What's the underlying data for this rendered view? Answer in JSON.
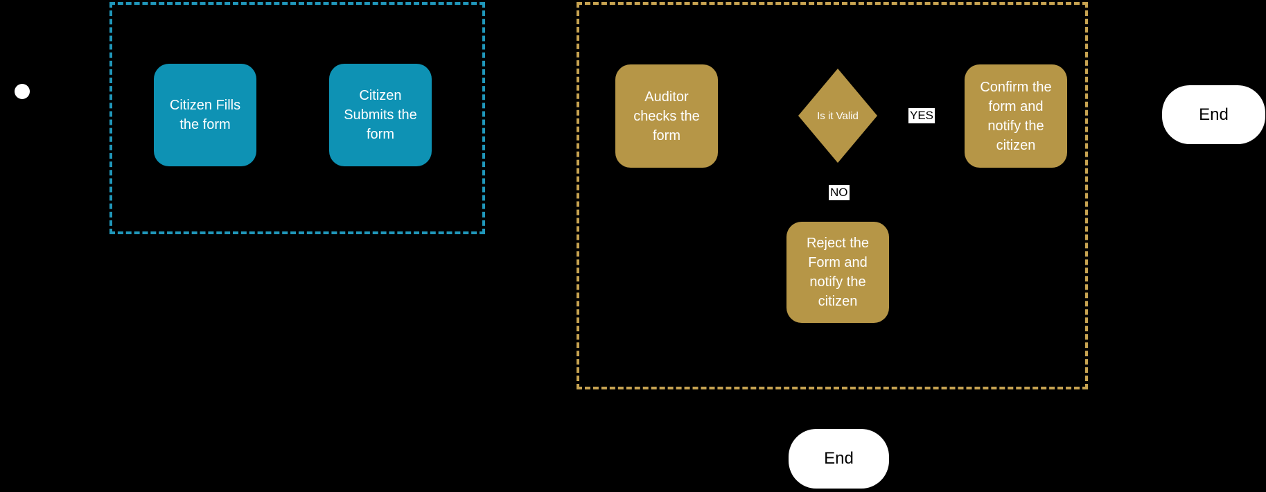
{
  "colors": {
    "background": "#000000",
    "citizen_node_fill": "#0e92b4",
    "citizen_lane_border": "#2097ba",
    "auditor_node_fill": "#b69647",
    "auditor_lane_border": "#c7a351",
    "node_text": "#ffffff",
    "end_node_fill": "#ffffff",
    "end_node_text": "#000000",
    "edge_label_bg": "#ffffff",
    "edge_label_text": "#000000"
  },
  "nodes": {
    "citizen_fills": {
      "label": "Citizen Fills\nthe form"
    },
    "citizen_submits": {
      "label": "Citizen\nSubmits the\nform"
    },
    "auditor_checks": {
      "label": "Auditor\nchecks the\nform"
    },
    "decision": {
      "label": "Is it Valid"
    },
    "confirm": {
      "label": "Confirm the\nform and\nnotify the\ncitizen"
    },
    "reject": {
      "label": "Reject the\nForm and\nnotify the\ncitizen"
    },
    "end_right": {
      "label": "End"
    },
    "end_bottom": {
      "label": "End"
    }
  },
  "edge_labels": {
    "yes": "YES",
    "no": "NO"
  }
}
